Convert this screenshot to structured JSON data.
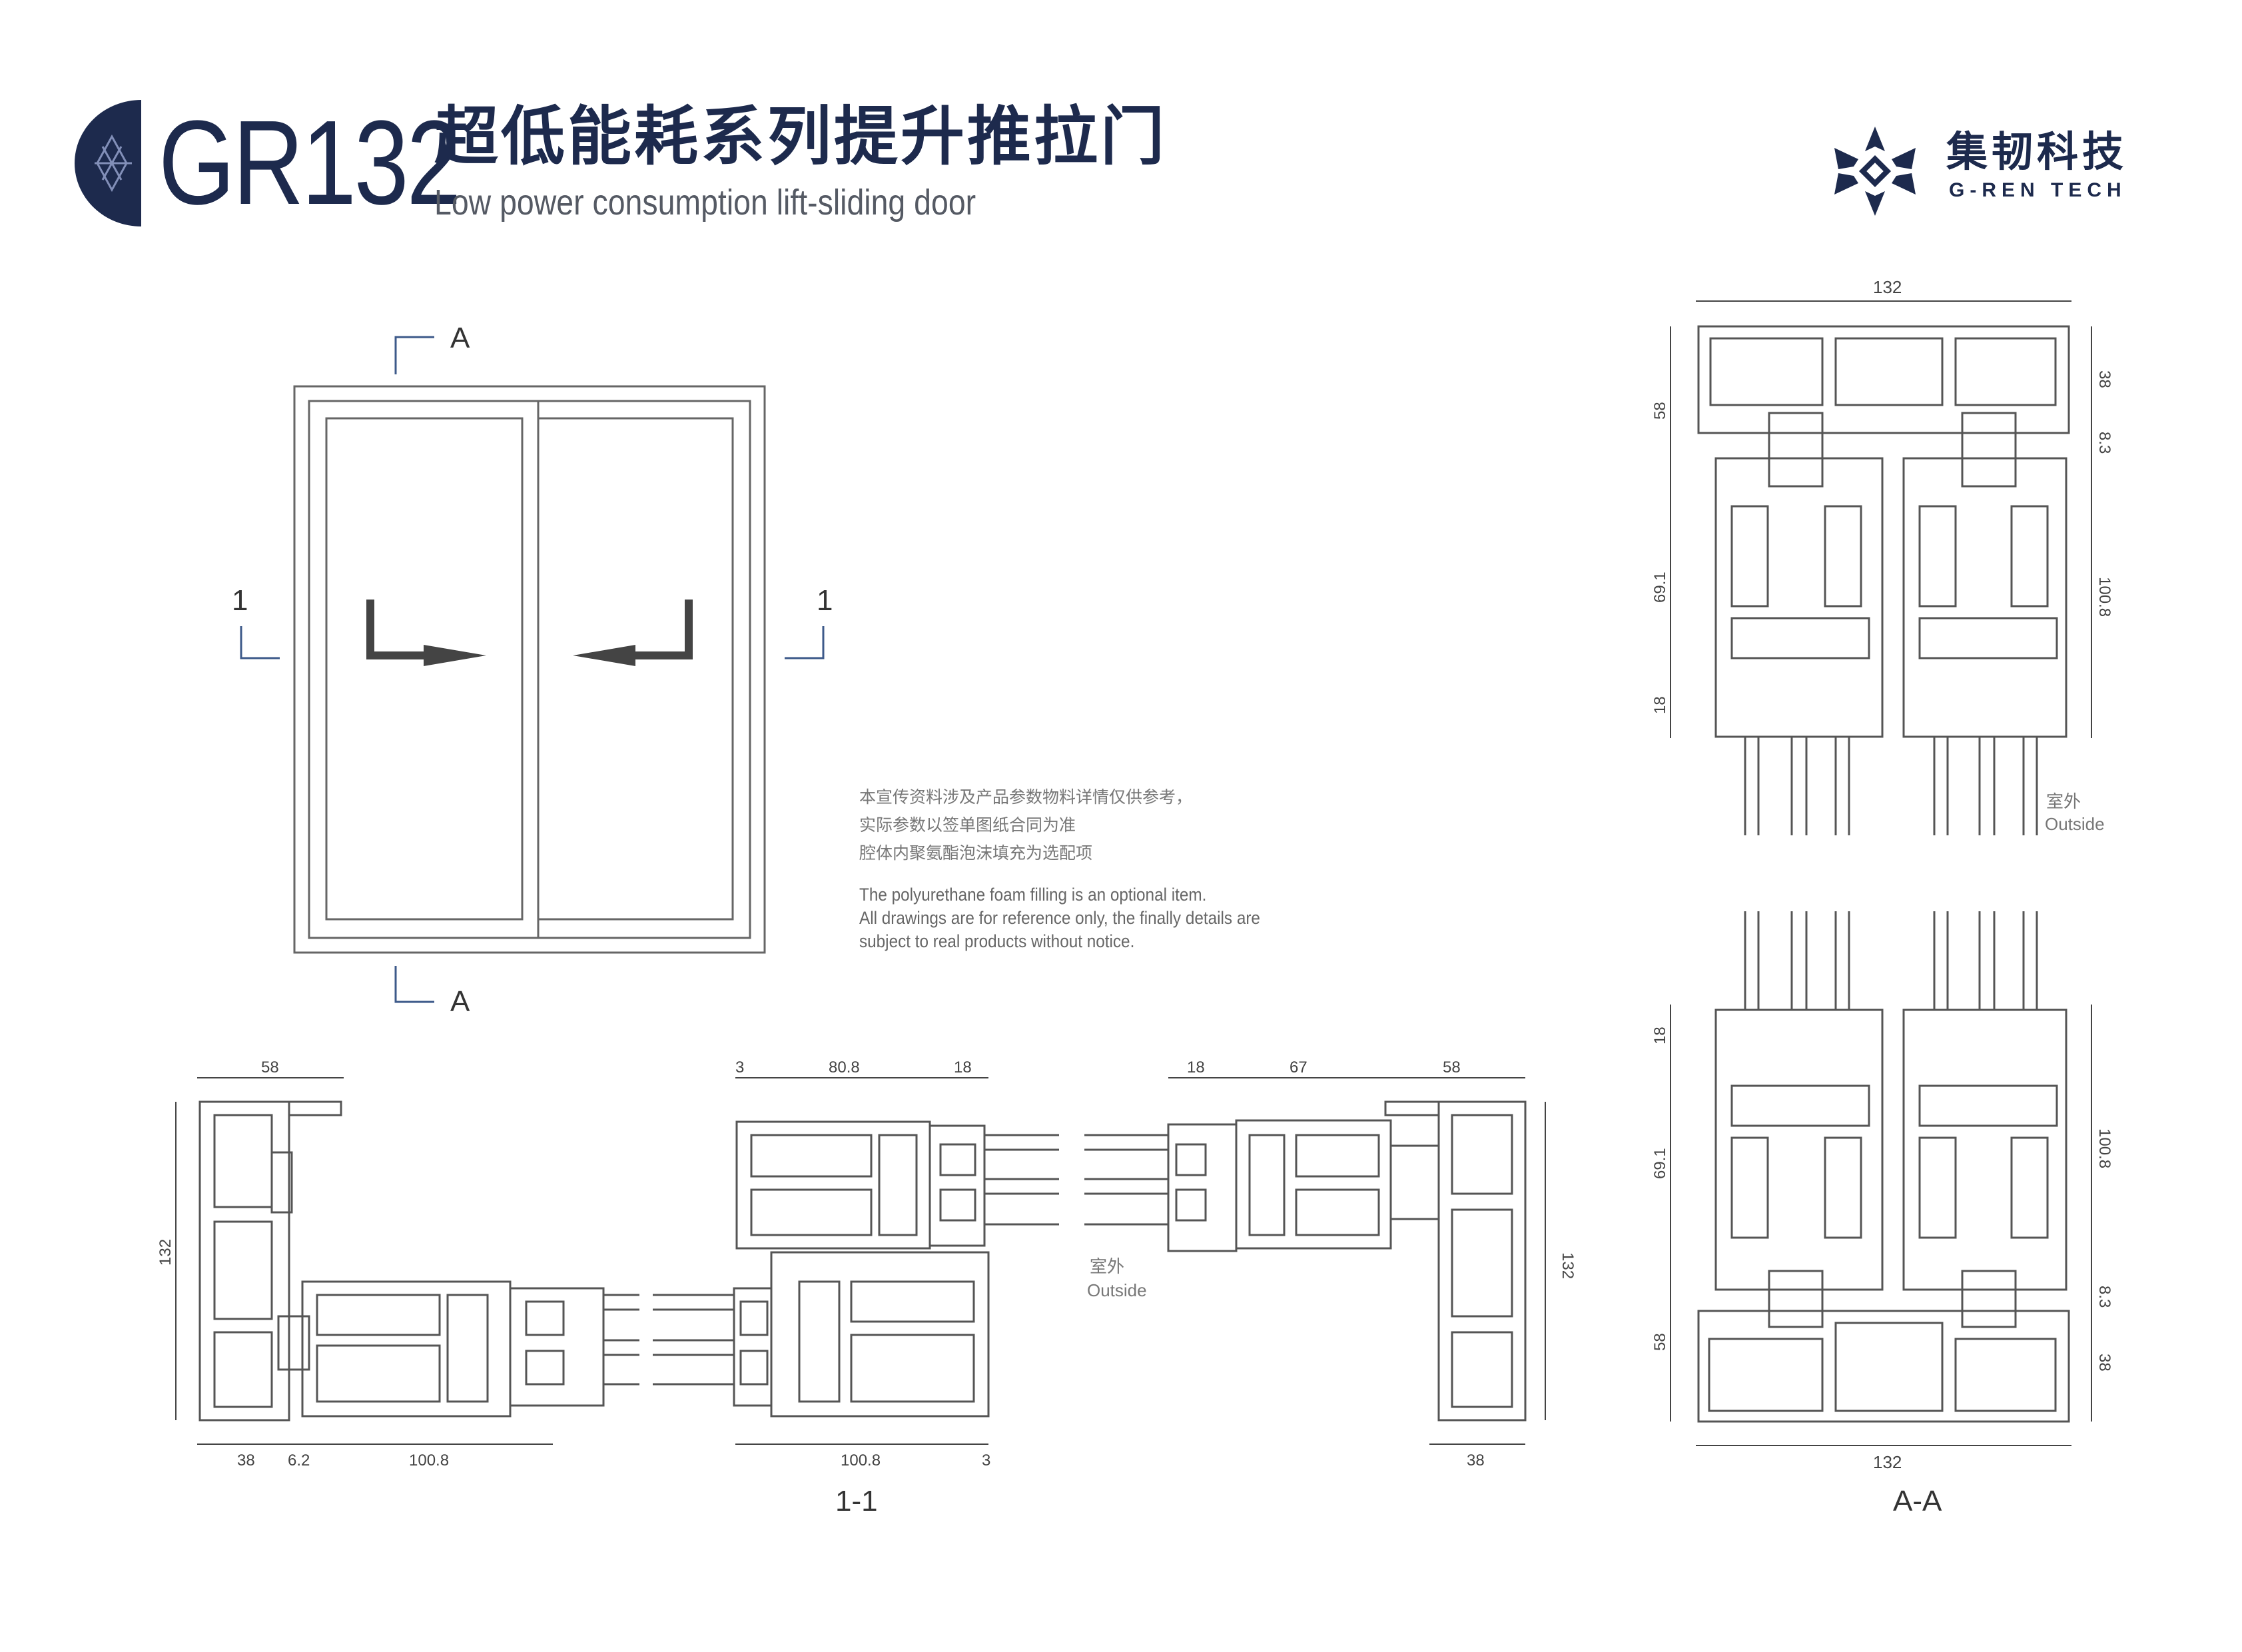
{
  "header": {
    "model": "GR132",
    "title_cn": "超低能耗系列提升推拉门",
    "title_en": "Low power consumption lift-sliding door"
  },
  "brand": {
    "name_cn": "集韧科技",
    "name_en": "G-REN TECH"
  },
  "notes": {
    "cn": [
      "本宣传资料涉及产品参数物料详情仅供参考，",
      "实际参数以签单图纸合同为准",
      "腔体内聚氨酯泡沫填充为选配项"
    ],
    "en": [
      "The polyurethane foam filling is an optional item.",
      "All drawings are for reference only, the finally details are",
      "subject to real products without notice."
    ]
  },
  "elevation": {
    "section_a": "A",
    "section_1": "1"
  },
  "section_1_1": {
    "caption": "1-1",
    "outside_cn": "室外",
    "outside_en": "Outside",
    "dims_top": [
      "58",
      "3",
      "80.8",
      "18",
      "18",
      "67",
      "58"
    ],
    "dims_bottom": [
      "38",
      "6.2",
      "100.8",
      "100.8",
      "3",
      "38"
    ],
    "dims_side": [
      "132",
      "132"
    ]
  },
  "section_a_a": {
    "caption": "A-A",
    "outside_cn": "室外",
    "outside_en": "Outside",
    "dim_width": "132",
    "dims_left_top": [
      "58",
      "69.1",
      "18"
    ],
    "dims_right_top": [
      "38",
      "8.3",
      "100.8"
    ],
    "dims_left_bottom": [
      "18",
      "69.1",
      "58"
    ],
    "dims_right_bottom": [
      "100.8",
      "8.3",
      "38"
    ]
  },
  "colors": {
    "navy": "#1d2a4d",
    "line": "#555555",
    "dim": "#444444"
  }
}
